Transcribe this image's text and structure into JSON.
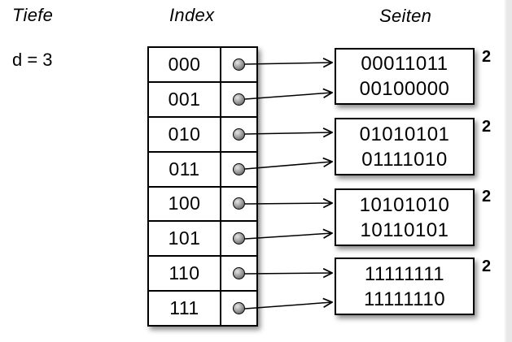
{
  "diagram": {
    "depth_header": "Tiefe",
    "index_header": "Index",
    "pages_header": "Seiten",
    "depth_value": "d = 3",
    "index": {
      "rows": [
        {
          "label": "000"
        },
        {
          "label": "001"
        },
        {
          "label": "010"
        },
        {
          "label": "011"
        },
        {
          "label": "100"
        },
        {
          "label": "101"
        },
        {
          "label": "110"
        },
        {
          "label": "111"
        }
      ]
    },
    "pages": [
      {
        "lines": [
          "00011011",
          "00100000"
        ],
        "local_depth": "2"
      },
      {
        "lines": [
          "01010101",
          "01111010"
        ],
        "local_depth": "2"
      },
      {
        "lines": [
          "10101010",
          "10110101"
        ],
        "local_depth": "2"
      },
      {
        "lines": [
          "11111111",
          "11111110"
        ],
        "local_depth": "2"
      }
    ],
    "colors": {
      "stroke": "#000000",
      "background": "#ffffff",
      "edge_band": "#e8e8e8",
      "dot_fill": "#6e6e6e"
    }
  }
}
